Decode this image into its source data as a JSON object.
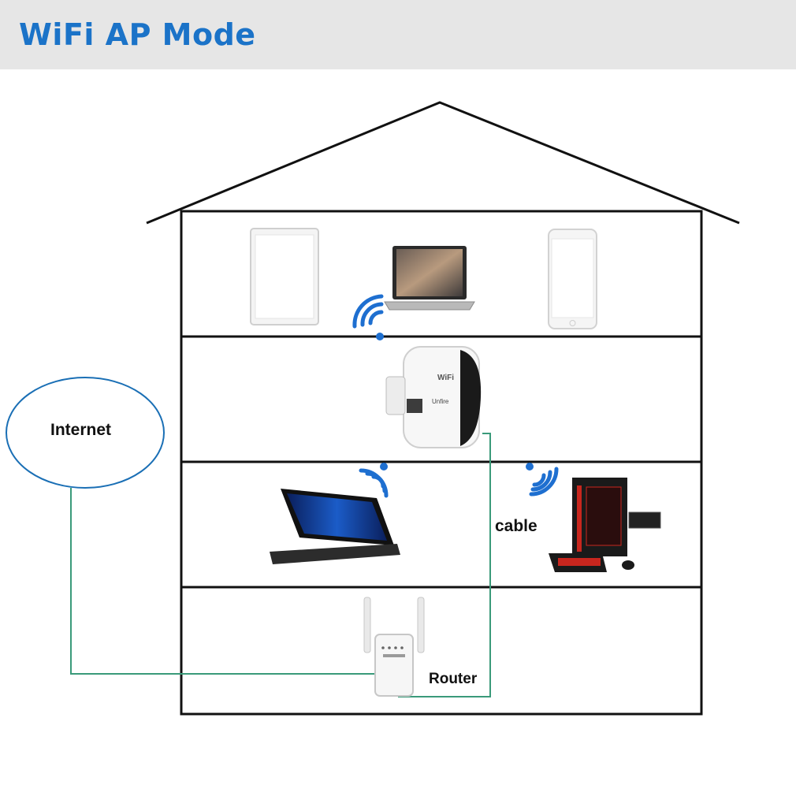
{
  "header": {
    "title": "WiFi AP Mode"
  },
  "labels": {
    "internet": "Internet",
    "cable": "cable",
    "router": "Router"
  },
  "devices": {
    "repeater_brand": "Unfire",
    "repeater_logo": "WiFi"
  },
  "colors": {
    "title": "#1b73c8",
    "internet_ellipse": "#1a6fb5",
    "cable_line": "#3a9a7a",
    "wifi_signal": "#1e6fd0",
    "house_lines": "#111111"
  },
  "icons": [
    "wifi-signal-icon",
    "tablet-icon",
    "laptop-icon",
    "smartphone-icon",
    "repeater-icon",
    "convertible-laptop-icon",
    "desktop-pc-icon",
    "router-icon"
  ]
}
